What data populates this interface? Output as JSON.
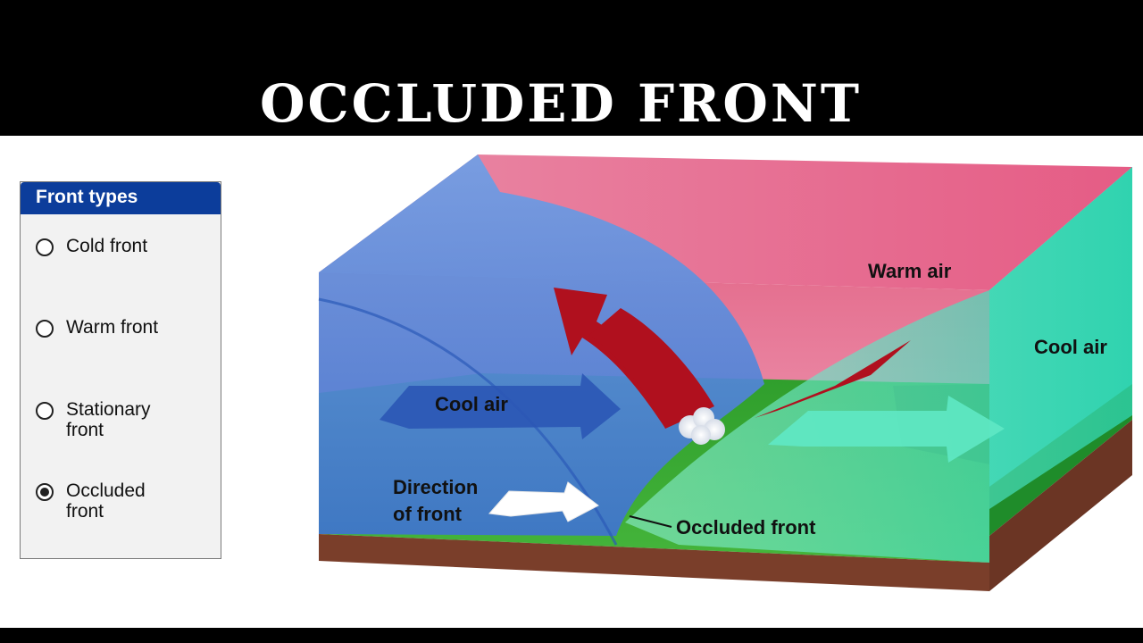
{
  "title": "OCCLUDED FRONT",
  "panel": {
    "header": "Front types",
    "options": [
      {
        "line1": "Cold front",
        "line2": "",
        "selected": false
      },
      {
        "line1": "Warm front",
        "line2": "",
        "selected": false
      },
      {
        "line1": "Stationary",
        "line2": "front",
        "selected": false
      },
      {
        "line1": "Occluded",
        "line2": "front",
        "selected": true
      }
    ]
  },
  "diagram": {
    "warm_air": "Warm air",
    "cool_air_right": "Cool air",
    "cool_air_left": "Cool air",
    "direction_line1": "Direction",
    "direction_line2": "of front",
    "occluded_front": "Occluded front"
  },
  "colors": {
    "header_blue": "#0c3d9b",
    "warm_air": "#e56a8a",
    "cold_air": "#4f86d8",
    "cool_air": "#4fd8b8",
    "ground": "#38a832",
    "soil": "#7a3e2a",
    "arrow_red": "#b0101e"
  }
}
